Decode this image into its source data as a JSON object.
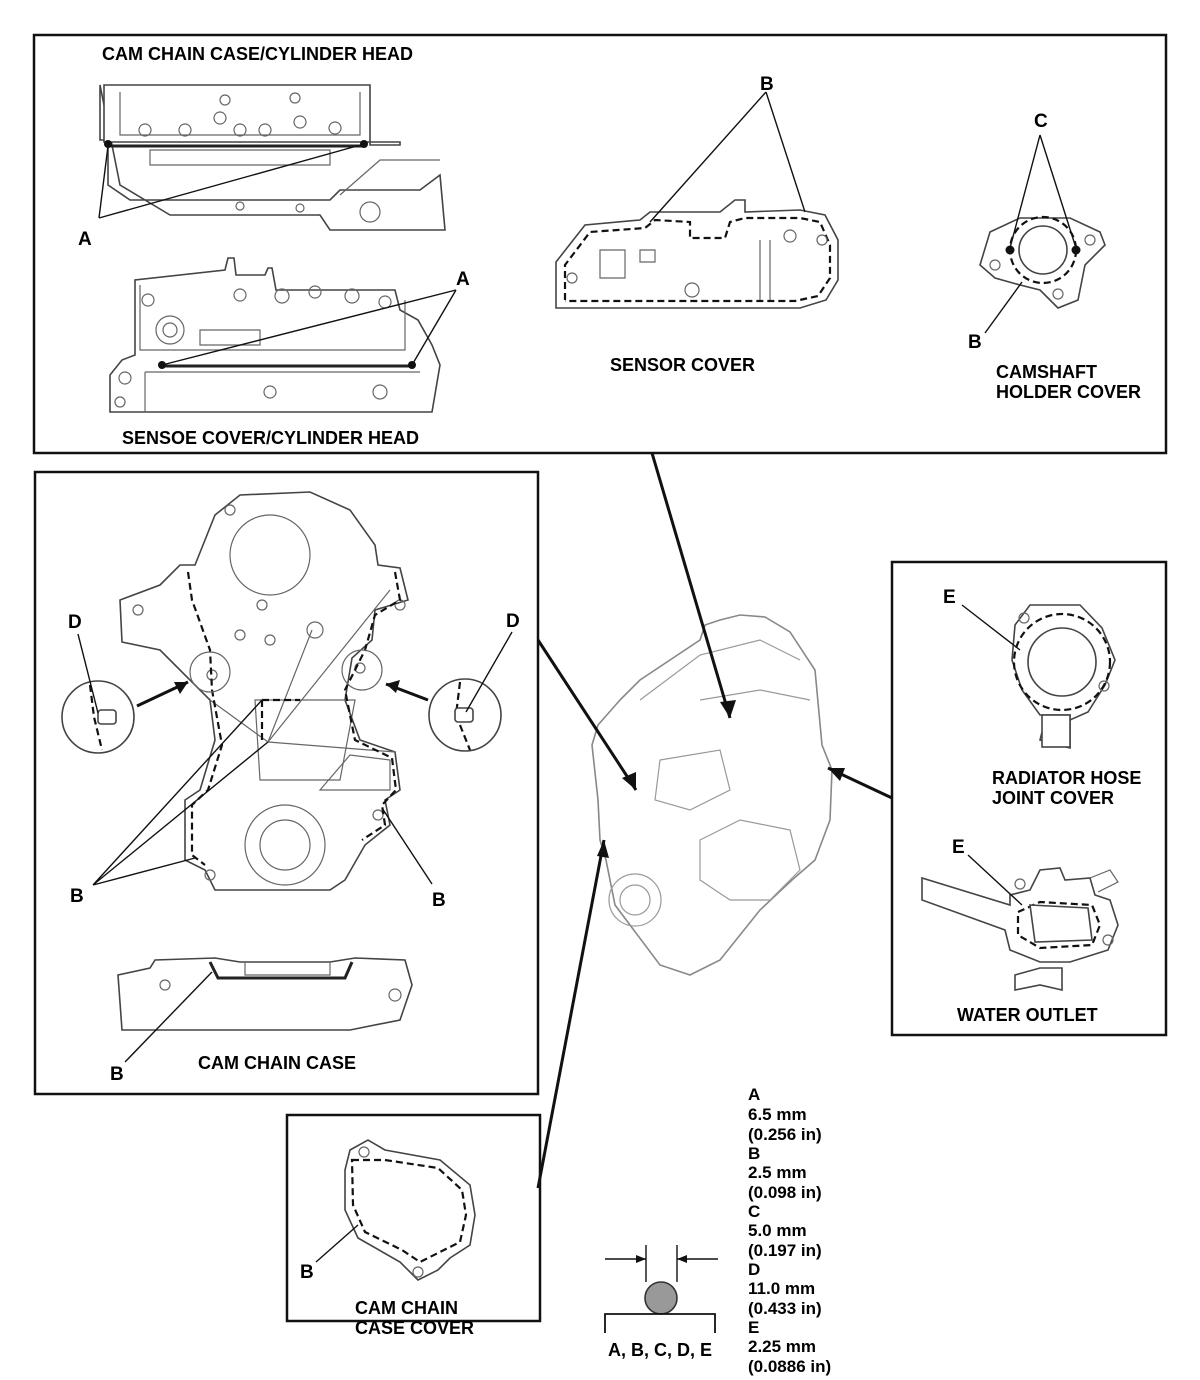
{
  "labels": {
    "cam_chain_case_cylinder_head": "CAM CHAIN CASE/CYLINDER HEAD",
    "sensor_cover_cylinder_head": "SENSOE COVER/CYLINDER HEAD",
    "sensor_cover": "SENSOR COVER",
    "camshaft_holder_cover_line1": "CAMSHAFT",
    "camshaft_holder_cover_line2": "HOLDER COVER",
    "radiator_hose_joint_cover_line1": "RADIATOR HOSE",
    "radiator_hose_joint_cover_line2": "JOINT COVER",
    "water_outlet": "WATER OUTLET",
    "cam_chain_case": "CAM CHAIN CASE",
    "cam_chain_case_cover_line1": "CAM CHAIN",
    "cam_chain_case_cover_line2": "CASE COVER",
    "bead_profile_caption": "A, B, C, D, E"
  },
  "letters": {
    "a": "A",
    "b": "B",
    "c": "C",
    "d": "D",
    "e": "E"
  },
  "specs": [
    {
      "letter": "A",
      "mm": "6.5 mm",
      "inch": "(0.256 in)"
    },
    {
      "letter": "B",
      "mm": "2.5 mm",
      "inch": "(0.098 in)"
    },
    {
      "letter": "C",
      "mm": "5.0 mm",
      "inch": "(0.197 in)"
    },
    {
      "letter": "D",
      "mm": "11.0 mm",
      "inch": "(0.433 in)"
    },
    {
      "letter": "E",
      "mm": "2.25 mm",
      "inch": "(0.0886 in)"
    }
  ]
}
